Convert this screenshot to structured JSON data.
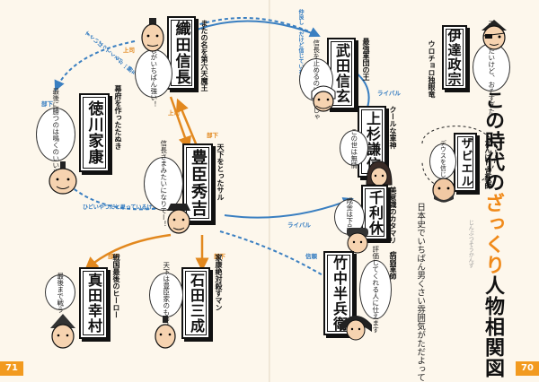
{
  "page": {
    "left_num": "71",
    "right_num": "70"
  },
  "title": {
    "part1": "この時代の",
    "highlight": "ざっくり",
    "part2": "人物相関図",
    "sub": "じんぶつそうかんず"
  },
  "intro": {
    "text": "日本史でいちばん男くさい雰囲気がただよっていたかもしれないこの時代。おもな武将たちの関係はざっくりこんな感じです。"
  },
  "people": {
    "date": {
      "name": "伊達政宗",
      "nick": "ウロチョロ独眼竜",
      "quote": "天下取りたいけど、おそすぎた"
    },
    "xavier": {
      "name": "ザビエル",
      "nick": "がんばり宣教師",
      "quote": "デウスを信じて"
    },
    "oda": {
      "name": "織田信長",
      "nick": "またの名を第六天魔王",
      "quote": "あしがいちばん強い！"
    },
    "takeda": {
      "name": "武田信玄",
      "nick": "最強軍団の王",
      "quote": "信長を止めるのはわしじゃ"
    },
    "uesugi": {
      "name": "上杉謙信",
      "nick": "クールな軍神",
      "quote": "この世は無情"
    },
    "tokugawa": {
      "name": "徳川家康",
      "nick": "幕府を作ったたぬき",
      "quote": "最後に勝つのは鳴くのいいやつ"
    },
    "toyotomi": {
      "name": "豊臣秀吉",
      "nick": "天下をとったサル",
      "quote": "信長さまみたいになりてー！"
    },
    "sen": {
      "name": "千利休",
      "nick": "美意識のカタマリ",
      "quote": "成金は下品や"
    },
    "takenaka": {
      "name": "竹中半兵衛",
      "nick": "病弱軍師",
      "quote": "評価してくれる人に仕えます"
    },
    "sanada": {
      "name": "真田幸村",
      "nick": "戦国最後のヒーロー",
      "quote": "最後まで戦う"
    },
    "ishida": {
      "name": "石田三成",
      "nick": "家康絶対殺すマン",
      "quote": "天下は豊臣家のもの！"
    }
  },
  "relations": {
    "oda_takeda": "仲良し…だけど信じていない",
    "oda_tokugawa": "すぐいばってくるが…勝ち組",
    "takeda_uesugi": "ライバル",
    "toyotomi_tokugawa": "ひどいやつだと思っているけど…",
    "toyotomi_sen": "ライバル",
    "toyotomi_takenaka": "信頼",
    "upper": "上司",
    "subordinate": "部下",
    "rival": "ライバル"
  },
  "colors": {
    "accent": "#f08a1a",
    "blue": "#3a7fc1",
    "page": "#fdf7ec"
  }
}
